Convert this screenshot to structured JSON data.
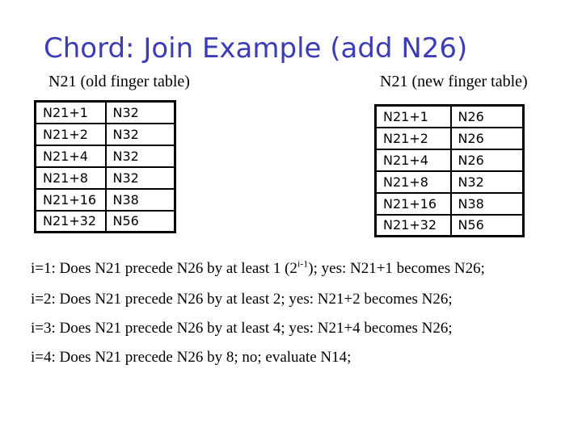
{
  "slide": {
    "title": "Chord: Join Example (add N26)",
    "old_table": {
      "caption": "N21 (old finger table)",
      "rows": [
        [
          "N21+1",
          "N32"
        ],
        [
          "N21+2",
          "N32"
        ],
        [
          "N21+4",
          "N32"
        ],
        [
          "N21+8",
          "N32"
        ],
        [
          "N21+16",
          "N38"
        ],
        [
          "N21+32",
          "N56"
        ]
      ]
    },
    "new_table": {
      "caption": "N21 (new finger table)",
      "rows": [
        [
          "N21+1",
          "N26"
        ],
        [
          "N21+2",
          "N26"
        ],
        [
          "N21+4",
          "N26"
        ],
        [
          "N21+8",
          "N32"
        ],
        [
          "N21+16",
          "N38"
        ],
        [
          "N21+32",
          "N56"
        ]
      ]
    },
    "notes": [
      {
        "prefix": "i=1: Does N21 precede N26 by at least 1 (2",
        "sup": "i-1",
        "suffix": "); yes: N21+1 becomes N26;"
      },
      {
        "text": "i=2: Does N21 precede N26 by at least 2; yes: N21+2 becomes N26;"
      },
      {
        "text": "i=3: Does N21 precede N26 by at least 4; yes: N21+4 becomes N26;"
      },
      {
        "text": "i=4: Does N21 precede N26 by 8; no; evaluate N14;"
      }
    ],
    "colors": {
      "title": "#3c3cb4",
      "text": "#000000",
      "table_border": "#000000",
      "background": "#ffffff"
    }
  }
}
